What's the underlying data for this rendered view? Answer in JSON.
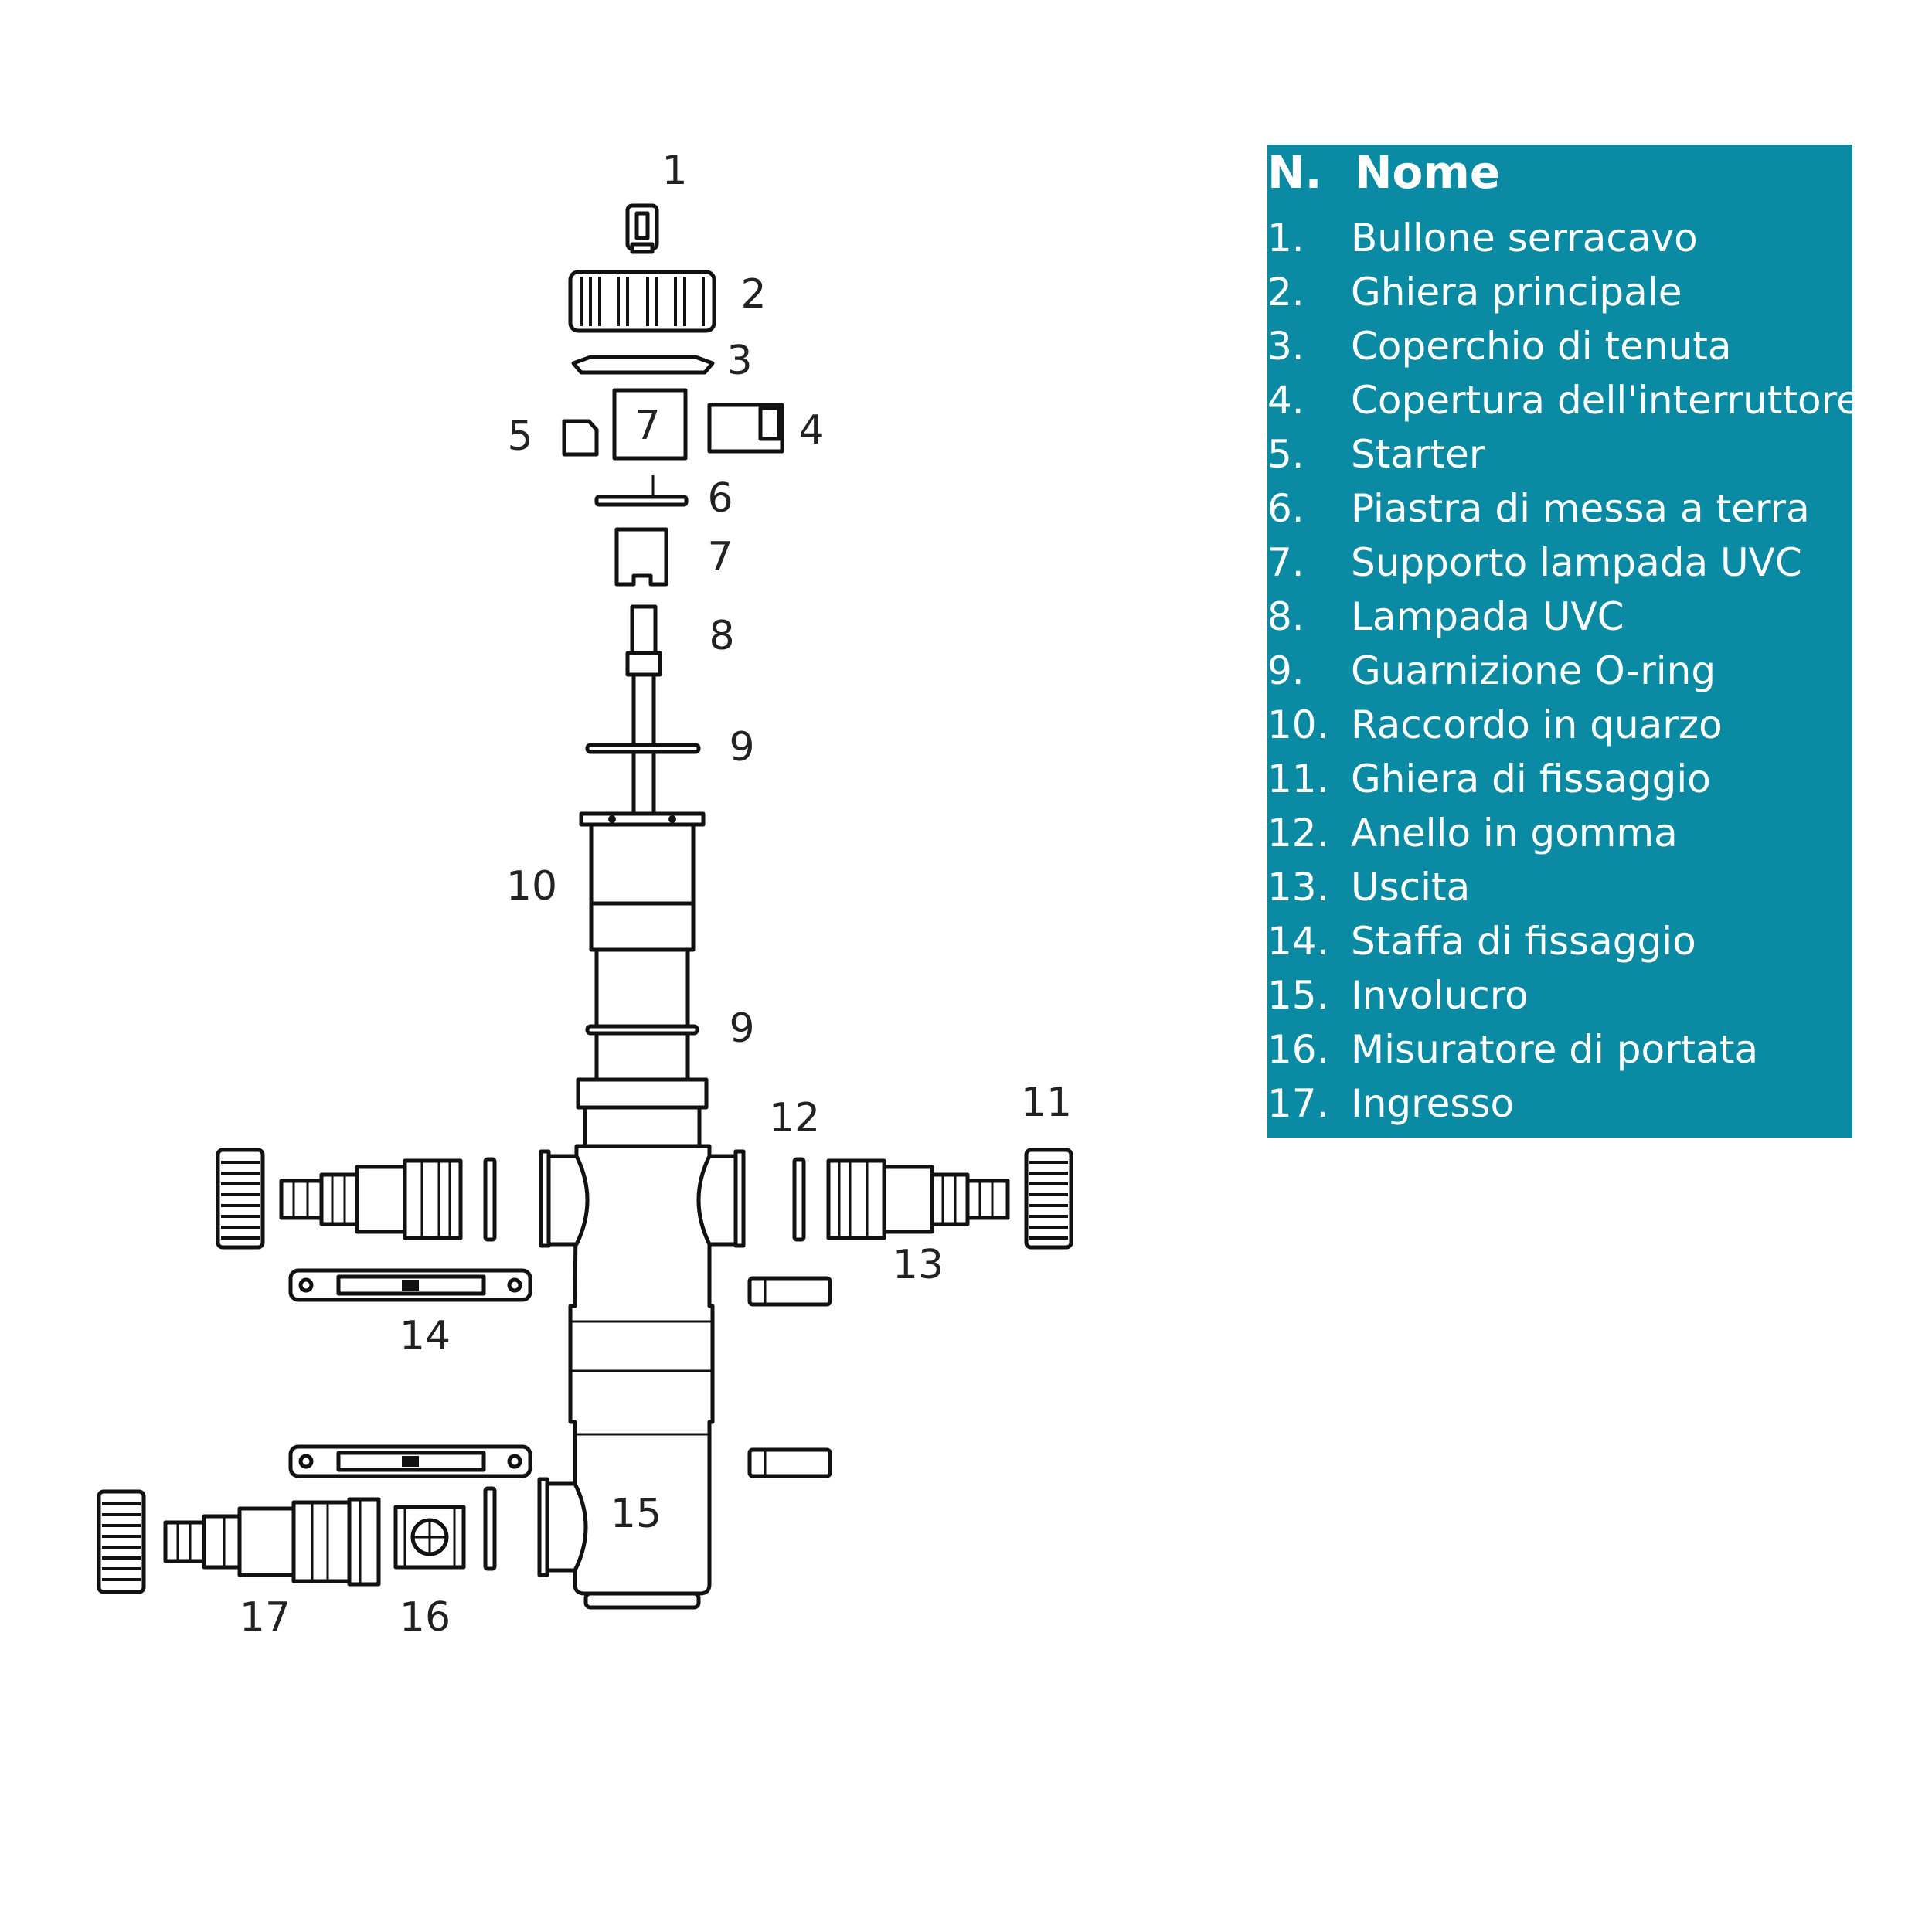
{
  "callouts": [
    "1",
    "2",
    "3",
    "4",
    "5",
    "6",
    "7",
    "7",
    "8",
    "9",
    "9",
    "10",
    "11",
    "12",
    "13",
    "14",
    "15",
    "16",
    "17"
  ],
  "legend": {
    "header": {
      "num": "N.",
      "name": "Nome"
    },
    "items": [
      {
        "num": "1.",
        "name": "Bullone serracavo"
      },
      {
        "num": "2.",
        "name": "Ghiera principale"
      },
      {
        "num": "3.",
        "name": "Coperchio di tenuta"
      },
      {
        "num": "4.",
        "name": "Copertura dell'interruttore"
      },
      {
        "num": "5.",
        "name": "Starter"
      },
      {
        "num": "6.",
        "name": "Piastra di messa a terra"
      },
      {
        "num": "7.",
        "name": "Supporto lampada UVC"
      },
      {
        "num": "8.",
        "name": "Lampada UVC"
      },
      {
        "num": "9.",
        "name": "Guarnizione O-ring"
      },
      {
        "num": "10.",
        "name": "Raccordo in quarzo"
      },
      {
        "num": "11.",
        "name": "Ghiera di fissaggio"
      },
      {
        "num": "12.",
        "name": "Anello in gomma"
      },
      {
        "num": "13.",
        "name": "Uscita"
      },
      {
        "num": "14.",
        "name": "Staffa di fissaggio"
      },
      {
        "num": "15.",
        "name": "Involucro"
      },
      {
        "num": "16.",
        "name": "Misuratore di portata"
      },
      {
        "num": "17.",
        "name": "Ingresso"
      }
    ]
  },
  "colors": {
    "legend_bg": "#0a8ba3",
    "legend_text": "#ffffff",
    "line": "#111111"
  }
}
